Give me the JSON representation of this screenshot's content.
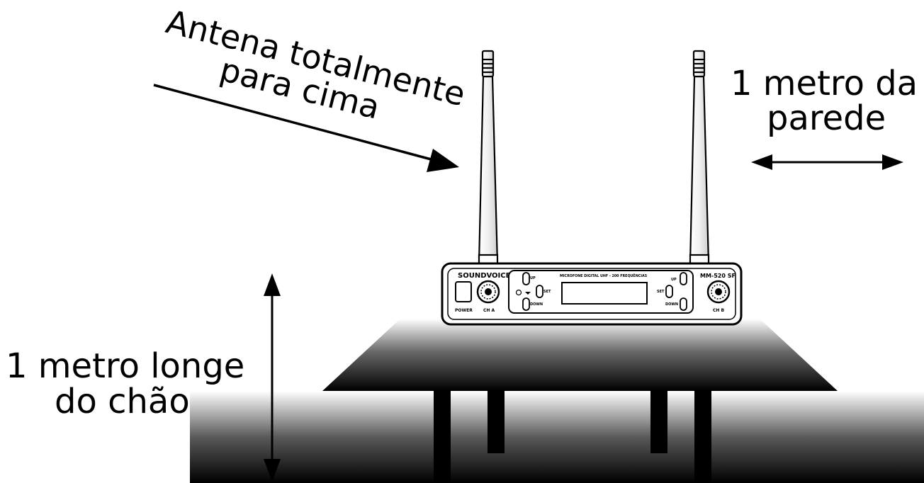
{
  "labels": {
    "antenna_line1": "Antena totalmente",
    "antenna_line2": "para cima",
    "wall_line1": "1 metro da",
    "wall_line2": "parede",
    "floor_line1": "1 metro longe",
    "floor_line2": "do chão"
  },
  "receiver": {
    "brand": "SOUNDVOICE",
    "model": "MM-520 SF",
    "description": "MICROFONE DIGITAL UHF - 200 FREQUÊNCIAS",
    "power_label": "POWER",
    "channel_a_label": "CH A",
    "channel_b_label": "CH B",
    "up_label": "UP",
    "down_label": "DOWN",
    "set_label": "SET"
  },
  "colors": {
    "ink": "#000000",
    "background": "#ffffff"
  }
}
